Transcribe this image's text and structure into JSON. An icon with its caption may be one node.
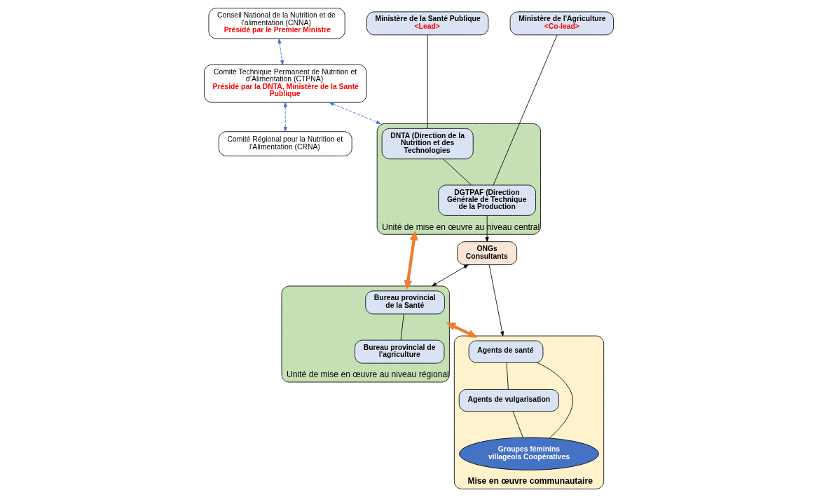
{
  "diagram": {
    "nodes": [
      {
        "text": [
          "Conseil National de la Nutrition et de l'alimentation (CNNA)",
          "Présidé par le Premier Ministre"
        ]
      },
      {
        "text": [
          "Comité Technique Permanent de Nutrition et d’Alimentation (CTPNA)",
          "Présidé par la DNTA, Ministère de la Santé Publique"
        ]
      },
      {
        "text": [
          "Comité Régional pour la Nutrition et l'Alimentation (CRNA)"
        ]
      },
      {
        "text": [
          "Ministère de la Santé Publique",
          "<Lead>"
        ]
      },
      {
        "text": [
          "Ministère de l'Agriculture",
          "<Co-lead>"
        ]
      },
      {
        "text": [
          "Unité de mise en œuvre au niveau central"
        ]
      },
      {
        "text": [
          "DNTA (Direction de la Nutrition et des Technologies"
        ],
        "in": 5
      },
      {
        "text": [
          "DGTPAF (Direction Générale de Technique de la Production"
        ],
        "in": 5
      },
      {
        "text": [
          "Unité de mise en œuvre au niveau régional"
        ]
      },
      {
        "text": [
          "Bureau provincial de la Santé"
        ],
        "in": 8
      },
      {
        "text": [
          "Bureau provincial de l'agriculture"
        ],
        "in": 8
      },
      {
        "text": [
          "ONGs Consultants"
        ]
      },
      {
        "text": [
          "Mise en œuvre communautaire"
        ]
      },
      {
        "text": [
          "Agents de santé"
        ],
        "in": 12
      },
      {
        "text": [
          "Agents de vulgarisation"
        ],
        "in": 12
      },
      {
        "text": [
          "Groupes féminins villageois Coopératives"
        ],
        "in": 12
      }
    ],
    "edges": [
      {
        "from": 0,
        "to": 1,
        "arrow": "both",
        "style": "dashed",
        "color": "#4472c4"
      },
      {
        "from": 1,
        "to": 2,
        "arrow": "both",
        "style": "dashed",
        "color": "#4472c4"
      },
      {
        "from": 1,
        "to": 5,
        "arrow": "both",
        "style": "dashed",
        "color": "#4472c4"
      },
      {
        "from": 3,
        "to": 6,
        "arrow": "none"
      },
      {
        "from": 4,
        "to": 7,
        "arrow": "none"
      },
      {
        "from": 6,
        "to": 7,
        "arrow": "none"
      },
      {
        "from": 5,
        "to": 8,
        "arrow": "both",
        "style": "thick",
        "color": "#ed7d31"
      },
      {
        "from": 9,
        "to": 10,
        "arrow": "none"
      },
      {
        "from": 7,
        "to": 11,
        "arrow": "to"
      },
      {
        "from": 11,
        "to": 8,
        "arrow": "both"
      },
      {
        "from": 8,
        "to": 12,
        "arrow": "both",
        "style": "thick",
        "color": "#ed7d31"
      },
      {
        "from": 11,
        "to": 12,
        "arrow": "to"
      },
      {
        "from": 13,
        "to": 14,
        "arrow": "none"
      },
      {
        "from": 13,
        "to": 15,
        "arrow": "none"
      },
      {
        "from": 14,
        "to": 15,
        "arrow": "none"
      }
    ]
  }
}
